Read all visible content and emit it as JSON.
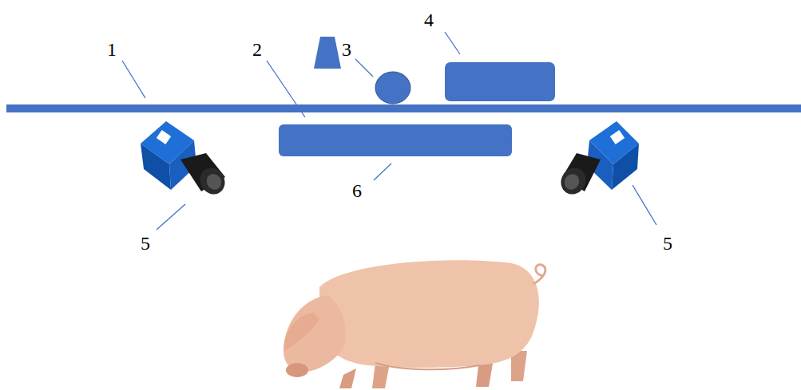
{
  "diagram": {
    "labels": [
      "1",
      "2",
      "3",
      "4",
      "5",
      "5",
      "6"
    ]
  }
}
